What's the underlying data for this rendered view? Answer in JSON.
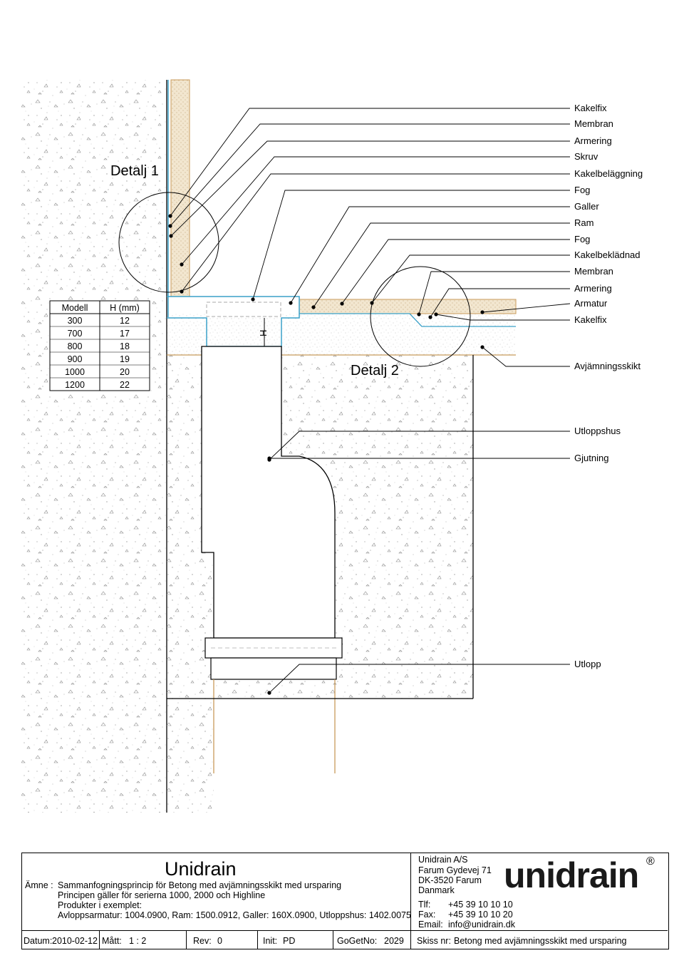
{
  "detail1_label": "Detalj 1",
  "detail2_label": "Detalj 2",
  "height_marker": "H",
  "model_table": {
    "headers": [
      "Modell",
      "H (mm)"
    ],
    "rows": [
      [
        "300",
        "12"
      ],
      [
        "700",
        "17"
      ],
      [
        "800",
        "18"
      ],
      [
        "900",
        "19"
      ],
      [
        "1000",
        "20"
      ],
      [
        "1200",
        "22"
      ]
    ]
  },
  "callouts": [
    "Kakelfix",
    "Membran",
    "Armering",
    "Skruv",
    "Kakelbeläggning",
    "Fog",
    "Galler",
    "Ram",
    "Fog",
    "Kakelbeklädnad",
    "Membran",
    "Armering",
    "Armatur",
    "Kakelfix",
    "Avjämningsskikt",
    "Utloppshus",
    "Gjutning",
    "Utlopp"
  ],
  "title_block": {
    "brand": "Unidrain",
    "subject_label": "Ämne :",
    "subject": "Sammanfogningsprincip för Betong med avjämningsskikt med ursparing",
    "line2": "Principen gäller för serierna 1000, 2000 och Highline",
    "line3": "Produkter i exemplet:",
    "line4": "Avloppsarmatur: 1004.0900, Ram: 1500.0912, Galler: 160X.0900, Utloppshus: 1402.0075",
    "company": "Unidrain A/S",
    "street": "Farum Gydevej 71",
    "city": "DK-3520 Farum",
    "country": "Danmark",
    "tlf_label": "Tlf:",
    "tlf": "+45 39 10 10 10",
    "fax_label": "Fax:",
    "fax": "+45 39 10 10 20",
    "email_label": "Email:",
    "email": "info@unidrain.dk",
    "logo": "unidrain",
    "logo_mark": "®",
    "datum_label": "Datum:",
    "datum": "2010-02-12",
    "matt_label": "Mått:",
    "matt": "1 : 2",
    "rev_label": "Rev:",
    "rev": "0",
    "init_label": "Init:",
    "init": "PD",
    "gogetno_label": "GoGetNo:",
    "gogetno": "2029",
    "skiss_label": "Skiss nr:",
    "skiss": "Betong med avjämningsskikt med ursparing"
  },
  "colors": {
    "wood": "#c89a5a",
    "membrane": "#3aa0c8",
    "line": "#000000"
  }
}
